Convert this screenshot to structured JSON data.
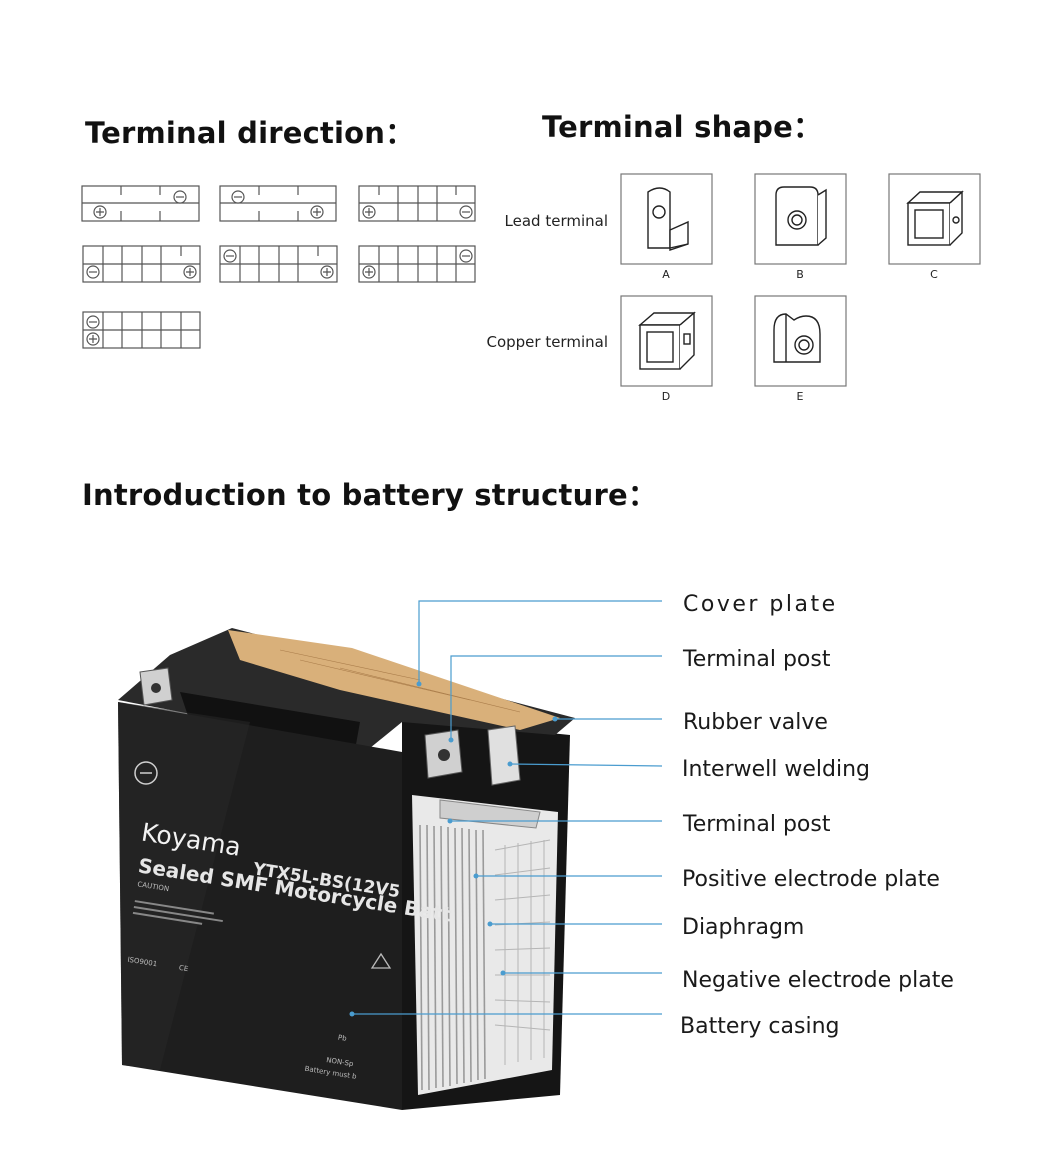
{
  "headings": {
    "terminal_direction": "Terminal direction：",
    "terminal_shape": "Terminal shape：",
    "battery_structure": "Introduction to battery structure："
  },
  "terminal_shape": {
    "row_labels": [
      "Lead terminal",
      "Copper terminal"
    ],
    "letters": [
      "A",
      "B",
      "C",
      "D",
      "E"
    ]
  },
  "battery": {
    "brand": "Koyama",
    "model": "YTX5L-BS(12V5",
    "line2": "Sealed SMF Motorcycle Batt",
    "caution": "CAUTION",
    "iso": "ISO9001",
    "ce": "CE",
    "pb": "Pb",
    "non_spill": "NON-Sp",
    "must": "Battery must b"
  },
  "callouts": [
    "Cover plate",
    "Terminal post",
    "Rubber valve",
    "Interwell welding",
    "Terminal post",
    "Positive electrode plate",
    "Diaphragm",
    "Negative electrode plate",
    "Battery casing"
  ],
  "colors": {
    "leader_line": "#4a9ccf",
    "battery_body": "#1c1c1c",
    "cover": "#d9b07a"
  }
}
